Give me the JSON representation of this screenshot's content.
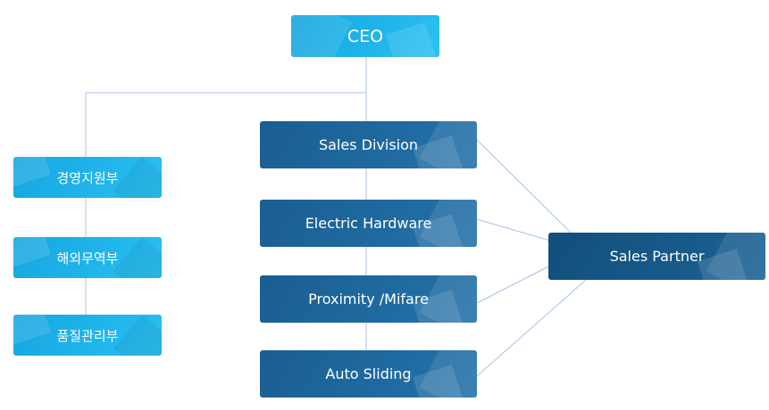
{
  "ceo": {
    "label": "CEO"
  },
  "divisions": [
    {
      "label": "Sales Division"
    },
    {
      "label": "Electric Hardware"
    },
    {
      "label": "Proximity /Mifare"
    },
    {
      "label": "Auto Sliding"
    }
  ],
  "partner": {
    "label": "Sales Partner"
  },
  "departments": [
    {
      "label": "경영지원부"
    },
    {
      "label": "해외무역부"
    },
    {
      "label": "품질관리부"
    }
  ],
  "colors": {
    "connector": "#a9c3e3",
    "cyan_box": "#20b4ea",
    "navy_box": "#1f6aa0",
    "dark_box": "#175a8a"
  }
}
